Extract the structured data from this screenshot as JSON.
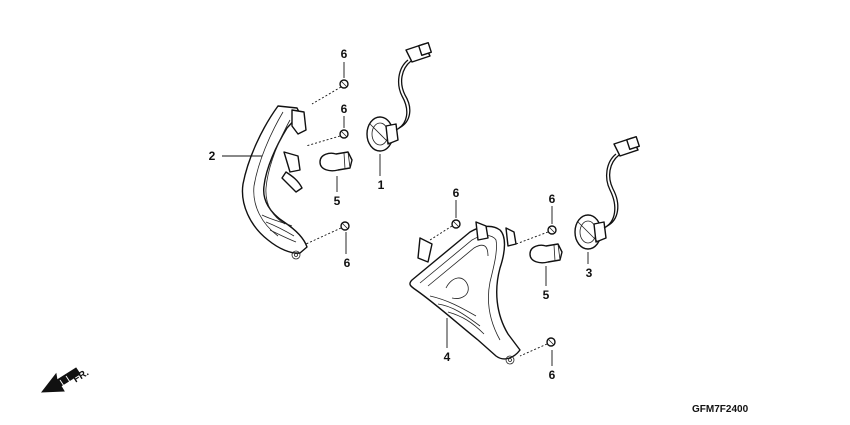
{
  "callouts": {
    "c1": "1",
    "c2": "2",
    "c3": "3",
    "c4": "4",
    "c5a": "5",
    "c5b": "5",
    "c6a": "6",
    "c6b": "6",
    "c6c": "6",
    "c6d": "6",
    "c6e": "6",
    "c6f": "6"
  },
  "direction_label": "FR.",
  "diagram_code": "GFM7F2400"
}
